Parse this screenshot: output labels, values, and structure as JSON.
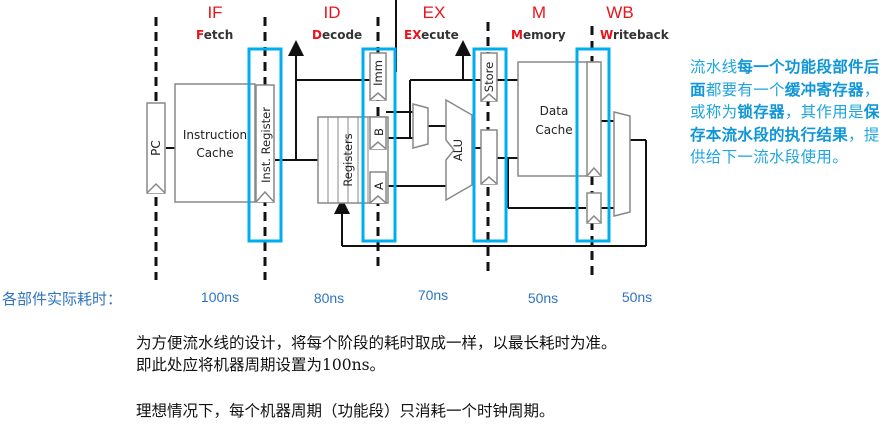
{
  "stages": [
    {
      "abbr": "IF",
      "first": "F",
      "rest": "etch",
      "latency": "100ns"
    },
    {
      "abbr": "ID",
      "first": "D",
      "rest": "ecode",
      "latency": "80ns"
    },
    {
      "abbr": "EX",
      "first": "EX",
      "rest": "ecute",
      "latency": "70ns"
    },
    {
      "abbr": "M",
      "first": "M",
      "rest": "emory",
      "latency": "50ns"
    },
    {
      "abbr": "WB",
      "first": "W",
      "rest": "riteback",
      "latency": "50ns"
    }
  ],
  "components": {
    "pc": "PC",
    "instruction_cache_line1": "Instruction",
    "instruction_cache_line2": "Cache",
    "inst_register": "Inst. Register",
    "registers": "Registers",
    "imm": "Imm",
    "reg_b": "B",
    "reg_a": "A",
    "alu": "ALU",
    "store": "Store",
    "data_cache_line1": "Data",
    "data_cache_line2": "Cache"
  },
  "colors": {
    "highlight_box": "#00aeef",
    "stage_abbr": "#e8141c",
    "note_text": "#1fa5e0",
    "latency_text": "#2f74c0"
  },
  "side_note": {
    "segments": [
      {
        "text": "流水线",
        "bold": false
      },
      {
        "text": "每一个功能段部件后面",
        "bold": true
      },
      {
        "text": "都要有一个",
        "bold": false
      },
      {
        "text": "缓冲寄存器",
        "bold": true
      },
      {
        "text": "，或称为",
        "bold": false
      },
      {
        "text": "锁存器",
        "bold": true
      },
      {
        "text": "，其作用是",
        "bold": false
      },
      {
        "text": "保存本流水段的执行结果",
        "bold": true
      },
      {
        "text": "，提供给下一流水段使用。",
        "bold": false
      }
    ]
  },
  "latency_label": "各部件实际耗时：",
  "paragraphs": [
    "为方便流水线的设计，将每个阶段的耗时取成一样，以最长耗时为准。",
    "即此处应将机器周期设置为100ns。",
    "理想情况下，每个机器周期（功能段）只消耗一个时钟周期。"
  ]
}
